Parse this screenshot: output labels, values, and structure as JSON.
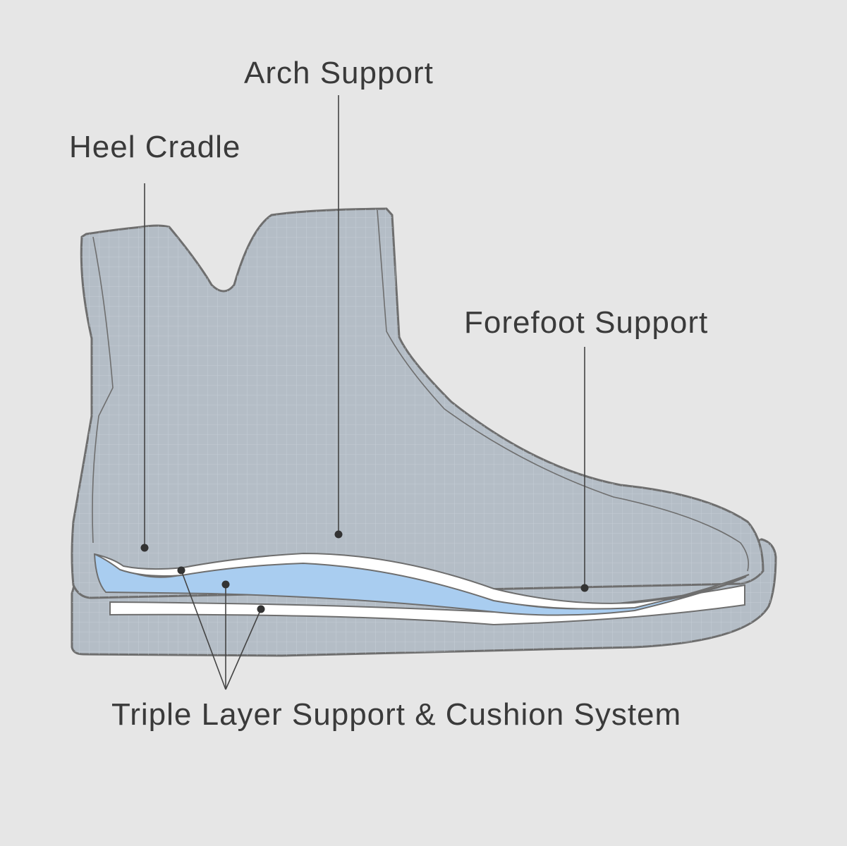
{
  "labels": {
    "arch_support": "Arch Support",
    "heel_cradle": "Heel Cradle",
    "forefoot_support": "Forefoot Support",
    "triple_layer_system": "Triple Layer Support & Cushion System"
  },
  "colors": {
    "background": "#e6e6e6",
    "boot_fill": "#b4bdc6",
    "boot_outline": "#6e6e6e",
    "grid_line": "#c9d1d9",
    "cushion_fill": "#a9cdf0",
    "layer_white": "#ffffff",
    "leader_line": "#444444",
    "label_text": "#3a3a3a"
  }
}
